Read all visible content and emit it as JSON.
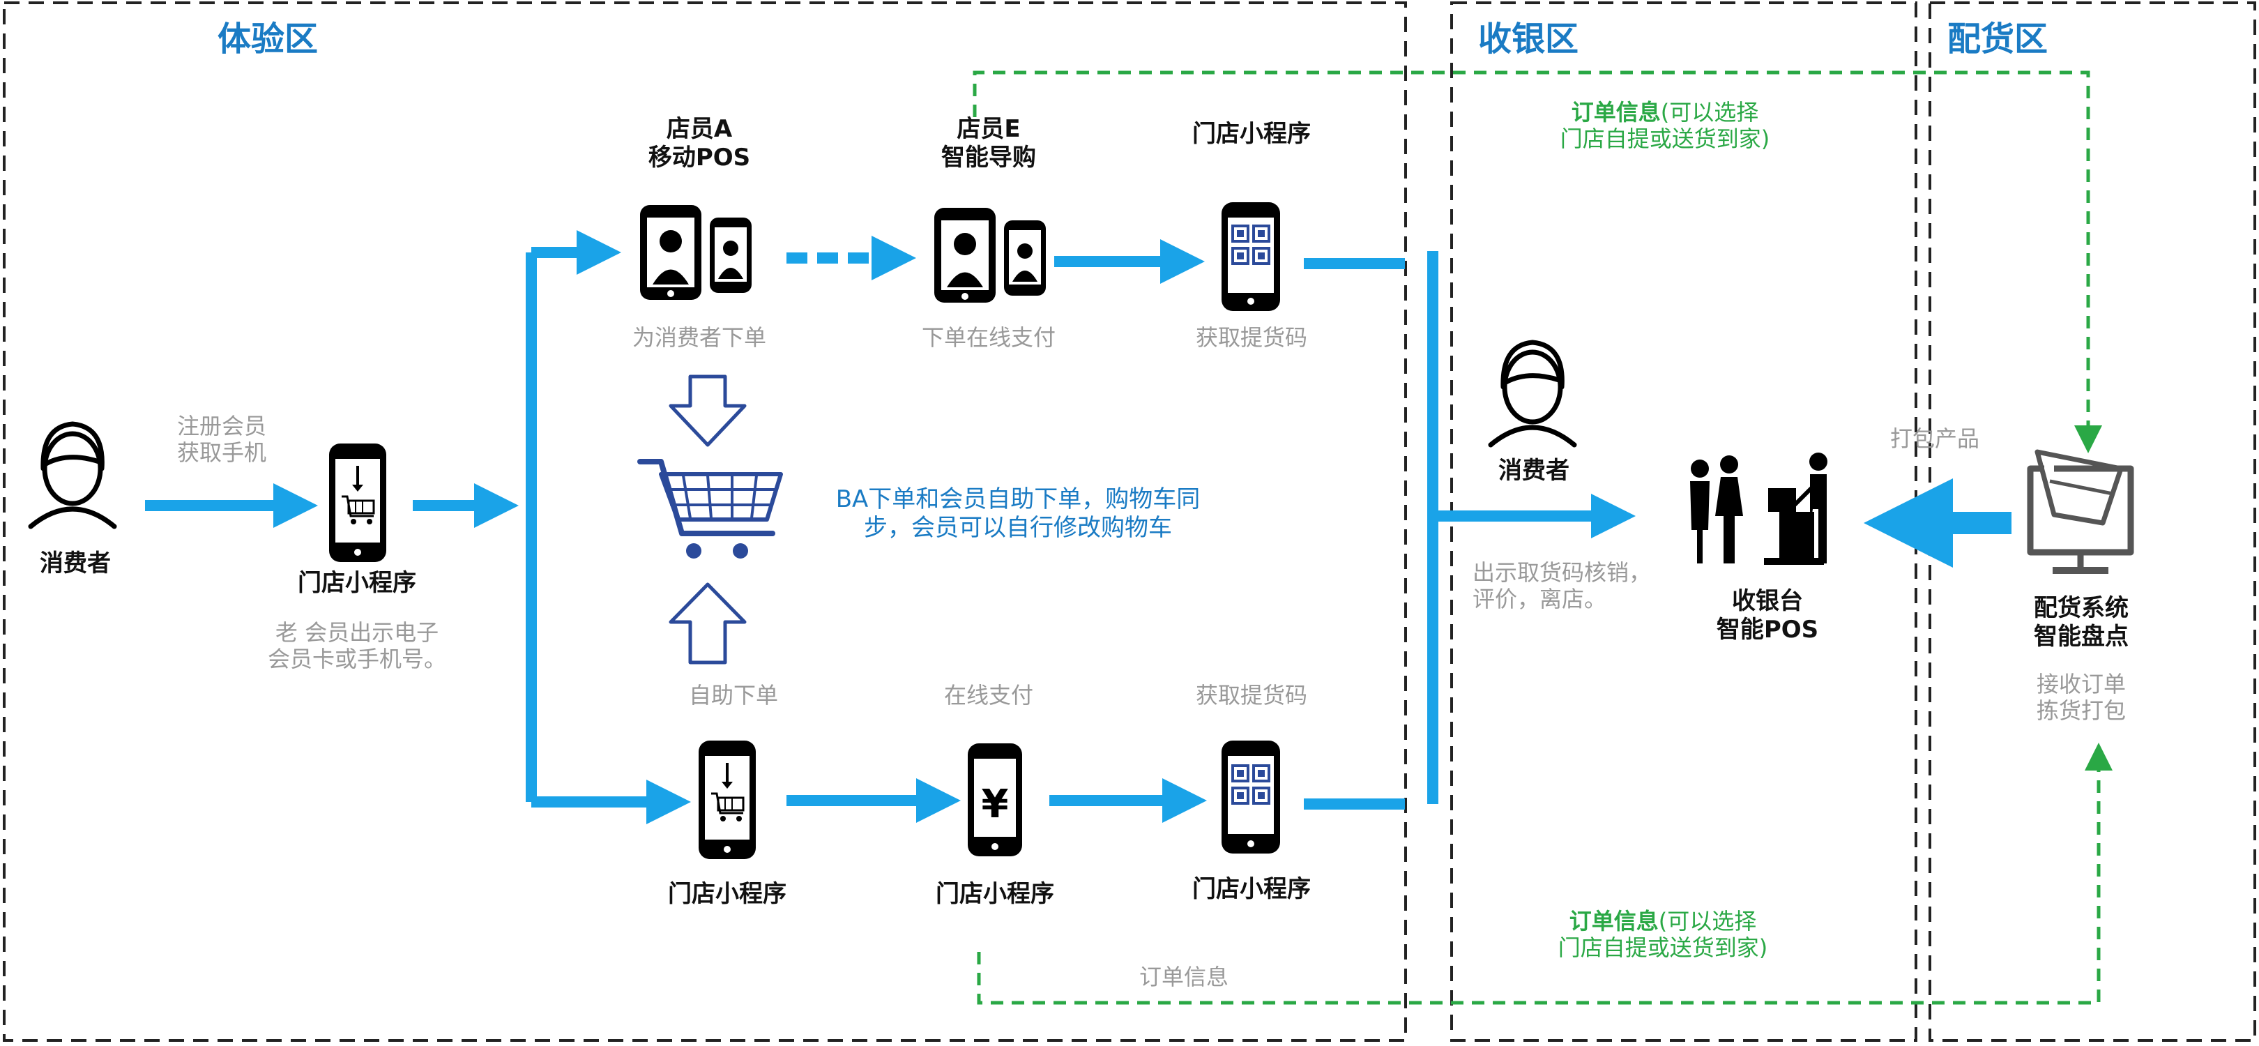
{
  "zones": {
    "experience": "体验区",
    "cashier": "收银区",
    "distribution": "配货区"
  },
  "consumer_left": {
    "label": "消费者",
    "edge_line1": "注册会员",
    "edge_line2": "获取手机"
  },
  "miniprogram_left": {
    "label": "门店小程序",
    "note_line1": "老 会员出示电子",
    "note_line2": "会员卡或手机号。"
  },
  "top_row": {
    "staff_a_line1": "店员A",
    "staff_a_line2": "移动POS",
    "staff_a_caption": "为消费者下单",
    "staff_e_line1": "店员E",
    "staff_e_line2": "智能导购",
    "staff_e_caption": "下单在线支付",
    "mini_label": "门店小程序",
    "mini_caption": "获取提货码"
  },
  "cart": {
    "text_line1": "BA下单和会员自助下单，购物车同",
    "text_line2": "步，会员可以自行修改购物车"
  },
  "bottom_row": {
    "self_caption": "自助下单",
    "pay_caption": "在线支付",
    "code_caption": "获取提货码",
    "mini1_label": "门店小程序",
    "mini2_label": "门店小程序",
    "mini3_label": "门店小程序",
    "yen_symbol": "¥"
  },
  "cashier": {
    "consumer_label": "消费者",
    "desc_line1": "出示取货码核销，",
    "desc_line2": "评价，离店。",
    "pos_line1": "收银台",
    "pos_line2": "智能POS"
  },
  "distribution": {
    "pack_label": "打包产品",
    "sys_line1": "配货系统",
    "sys_line2": "智能盘点",
    "task_line1": "接收订单",
    "task_line2": "拣货打包"
  },
  "order_top": {
    "bold": "订单信息",
    "rest": "(可以选择",
    "line2": "门店自提或送货到家)"
  },
  "order_bottom": {
    "bold": "订单信息",
    "rest": "(可以选择",
    "line2": "门店自提或送货到家)",
    "small_label": "订单信息"
  },
  "colors": {
    "arrow_blue": "#1aa3e8",
    "zone_blue": "#1a7bc4",
    "info_green": "#2aa845",
    "cart_navy": "#2b4a9a",
    "dash_border": "#222222"
  }
}
